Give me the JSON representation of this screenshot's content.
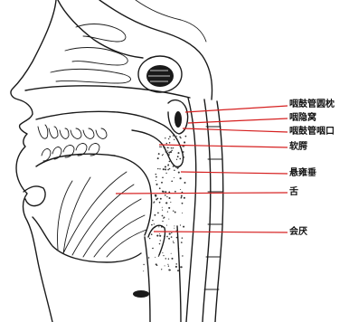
{
  "labels": [
    {
      "id": "torus-tubarius",
      "text": "咽鼓管圆枕"
    },
    {
      "id": "pharyngeal-recess",
      "text": "咽隐窝"
    },
    {
      "id": "pharyngeal-tube-opening",
      "text": "咽鼓管咽口"
    },
    {
      "id": "soft-palate",
      "text": "软腭"
    },
    {
      "id": "uvula",
      "text": "悬雍垂"
    },
    {
      "id": "tongue",
      "text": "舌"
    },
    {
      "id": "epiglottis",
      "text": "会厌"
    }
  ],
  "colors": {
    "leader": "#d62020",
    "ink": "#1a1a1a",
    "shade": "#333333"
  }
}
